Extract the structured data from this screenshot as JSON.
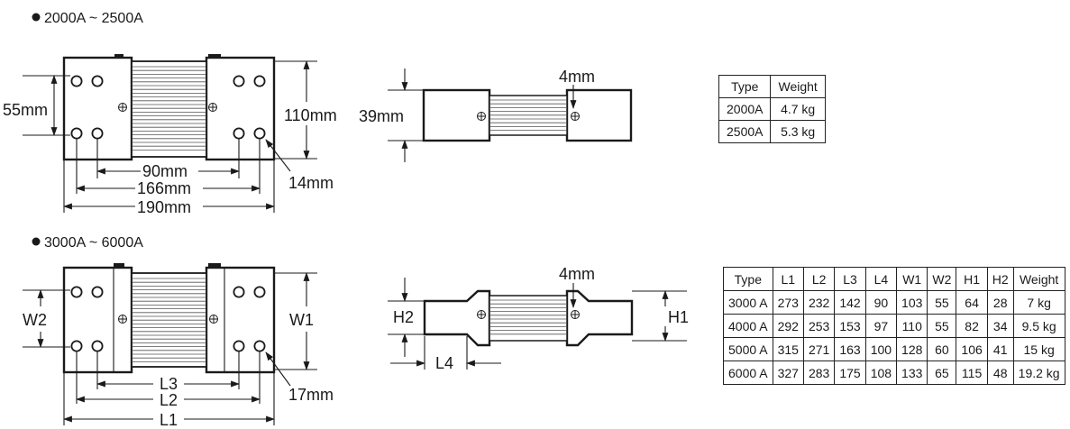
{
  "section_small": {
    "title": "2000A ~ 2500A",
    "dims": {
      "bolt_spacing": "55mm",
      "height": "110mm",
      "inner_length": "90mm",
      "mid_length": "166mm",
      "total_length": "190mm",
      "hole": "14mm",
      "thickness": "4mm",
      "side_height": "39mm"
    },
    "table": {
      "headers": [
        "Type",
        "Weight"
      ],
      "rows": [
        [
          "2000A",
          "4.7 kg"
        ],
        [
          "2500A",
          "5.3 kg"
        ]
      ]
    }
  },
  "section_large": {
    "title": "3000A ~ 6000A",
    "dims": {
      "w2": "W2",
      "w1": "W1",
      "l3": "L3",
      "l2": "L2",
      "l1": "L1",
      "hole": "17mm",
      "thickness": "4mm",
      "h2": "H2",
      "h1": "H1",
      "l4": "L4"
    },
    "table": {
      "headers": [
        "Type",
        "L1",
        "L2",
        "L3",
        "L4",
        "W1",
        "W2",
        "H1",
        "H2",
        "Weight"
      ],
      "rows": [
        [
          "3000 A",
          "273",
          "232",
          "142",
          "90",
          "103",
          "55",
          "64",
          "28",
          "7 kg"
        ],
        [
          "4000 A",
          "292",
          "253",
          "153",
          "97",
          "110",
          "55",
          "82",
          "34",
          "9.5 kg"
        ],
        [
          "5000 A",
          "315",
          "271",
          "163",
          "100",
          "128",
          "60",
          "106",
          "41",
          "15 kg"
        ],
        [
          "6000 A",
          "327",
          "283",
          "175",
          "108",
          "133",
          "65",
          "115",
          "48",
          "19.2 kg"
        ]
      ]
    }
  },
  "bullet_icon": "filled-circle"
}
